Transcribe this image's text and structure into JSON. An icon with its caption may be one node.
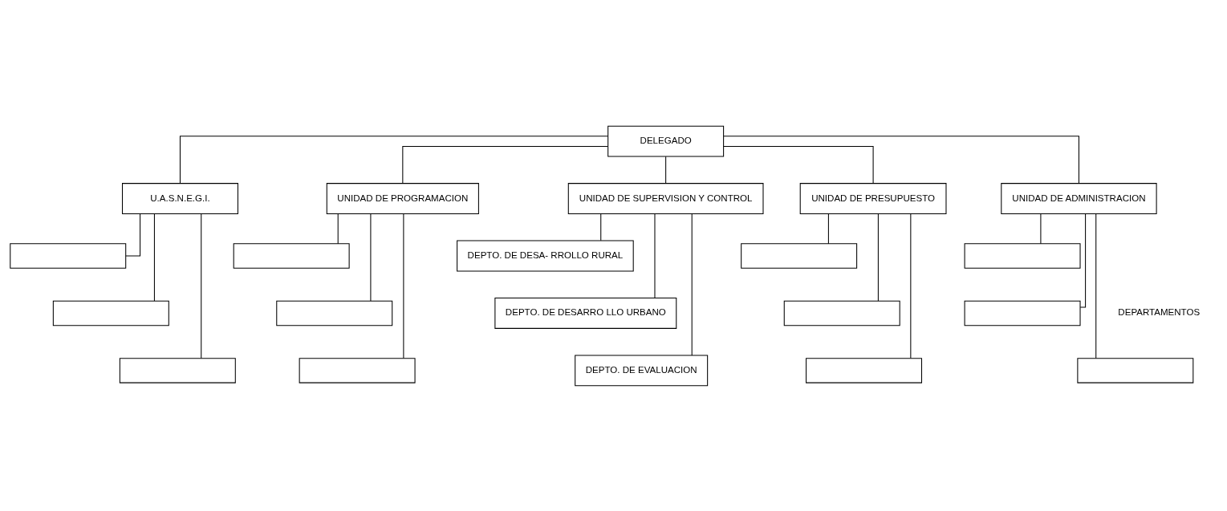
{
  "diagram": {
    "nodes": [
      {
        "text": [
          "DELEGADO"
        ]
      },
      {
        "text": [
          "U.A.S.N.E.G.I."
        ]
      },
      {
        "text": [
          "UNIDAD DE PROGRAMACION"
        ]
      },
      {
        "text": [
          "UNIDAD DE SUPERVISION Y CONTROL"
        ]
      },
      {
        "text": [
          "UNIDAD DE PRESUPUESTO"
        ]
      },
      {
        "text": [
          "UNIDAD DE ADMINISTRACION"
        ]
      },
      {
        "text": [],
        "shape": "box"
      },
      {
        "text": [],
        "shape": "box"
      },
      {
        "text": [],
        "shape": "box"
      },
      {
        "text": [],
        "shape": "box"
      },
      {
        "text": [],
        "shape": "box"
      },
      {
        "text": [],
        "shape": "box"
      },
      {
        "text": [
          "DEPTO. DE DESA- RROLLO RURAL"
        ]
      },
      {
        "text": [
          "DEPTO. DE DESARRO LLO URBANO"
        ]
      },
      {
        "text": [
          "DEPTO. DE EVALUACION"
        ]
      },
      {
        "text": [],
        "shape": "box"
      },
      {
        "text": [],
        "shape": "box"
      },
      {
        "text": [],
        "shape": "box"
      },
      {
        "text": [],
        "shape": "box"
      },
      {
        "text": [],
        "shape": "box"
      },
      {
        "text": [],
        "shape": "box"
      }
    ],
    "edges": [
      {
        "from": 0,
        "to": 1,
        "arrow": "none"
      },
      {
        "from": 0,
        "to": 2,
        "arrow": "none"
      },
      {
        "from": 0,
        "to": 3,
        "arrow": "none"
      },
      {
        "from": 0,
        "to": 4,
        "arrow": "none"
      },
      {
        "from": 0,
        "to": 5,
        "arrow": "none"
      },
      {
        "from": 1,
        "to": 6,
        "arrow": "none"
      },
      {
        "from": 1,
        "to": 7,
        "arrow": "none"
      },
      {
        "from": 1,
        "to": 8,
        "arrow": "none"
      },
      {
        "from": 2,
        "to": 9,
        "arrow": "none"
      },
      {
        "from": 2,
        "to": 10,
        "arrow": "none"
      },
      {
        "from": 2,
        "to": 11,
        "arrow": "none"
      },
      {
        "from": 3,
        "to": 12,
        "arrow": "none"
      },
      {
        "from": 3,
        "to": 13,
        "arrow": "none"
      },
      {
        "from": 3,
        "to": 14,
        "arrow": "none"
      },
      {
        "from": 4,
        "to": 15,
        "arrow": "none"
      },
      {
        "from": 4,
        "to": 16,
        "arrow": "none"
      },
      {
        "from": 4,
        "to": 17,
        "arrow": "none"
      },
      {
        "from": 5,
        "to": 18,
        "arrow": "none"
      },
      {
        "from": 5,
        "to": 19,
        "arrow": "none"
      },
      {
        "from": 5,
        "to": 20,
        "arrow": "none"
      }
    ],
    "labels": [
      "DEPARTAMENTOS"
    ]
  }
}
